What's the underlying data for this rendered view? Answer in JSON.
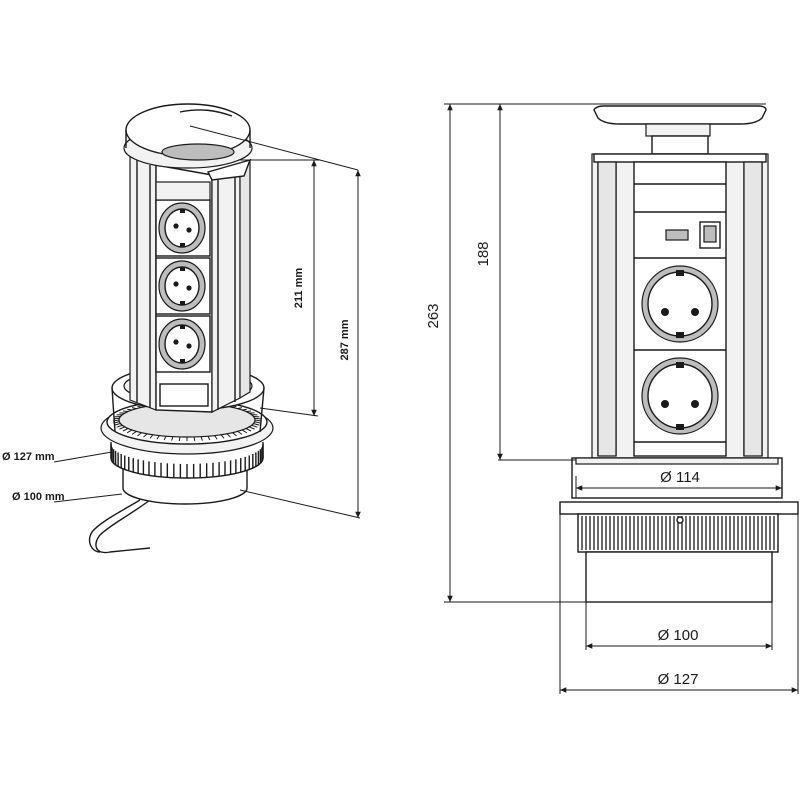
{
  "iso_view": {
    "dim_height_pop": "211 mm",
    "dim_height_total": "287 mm",
    "dim_diam_flange": "Ø 127 mm",
    "dim_diam_body": "Ø 100 mm"
  },
  "front_view": {
    "dim_total": "263",
    "dim_pop": "188",
    "dim_diam_top": "Ø 114",
    "dim_diam_body": "Ø 100",
    "dim_diam_flange": "Ø 127"
  },
  "colors": {
    "stroke": "#1a1a1a",
    "light_grey": "#e6e6e6",
    "mid_grey": "#bdbdbd"
  },
  "icons": [
    "power-socket-icon",
    "usb-port-icon",
    "network-port-icon"
  ]
}
